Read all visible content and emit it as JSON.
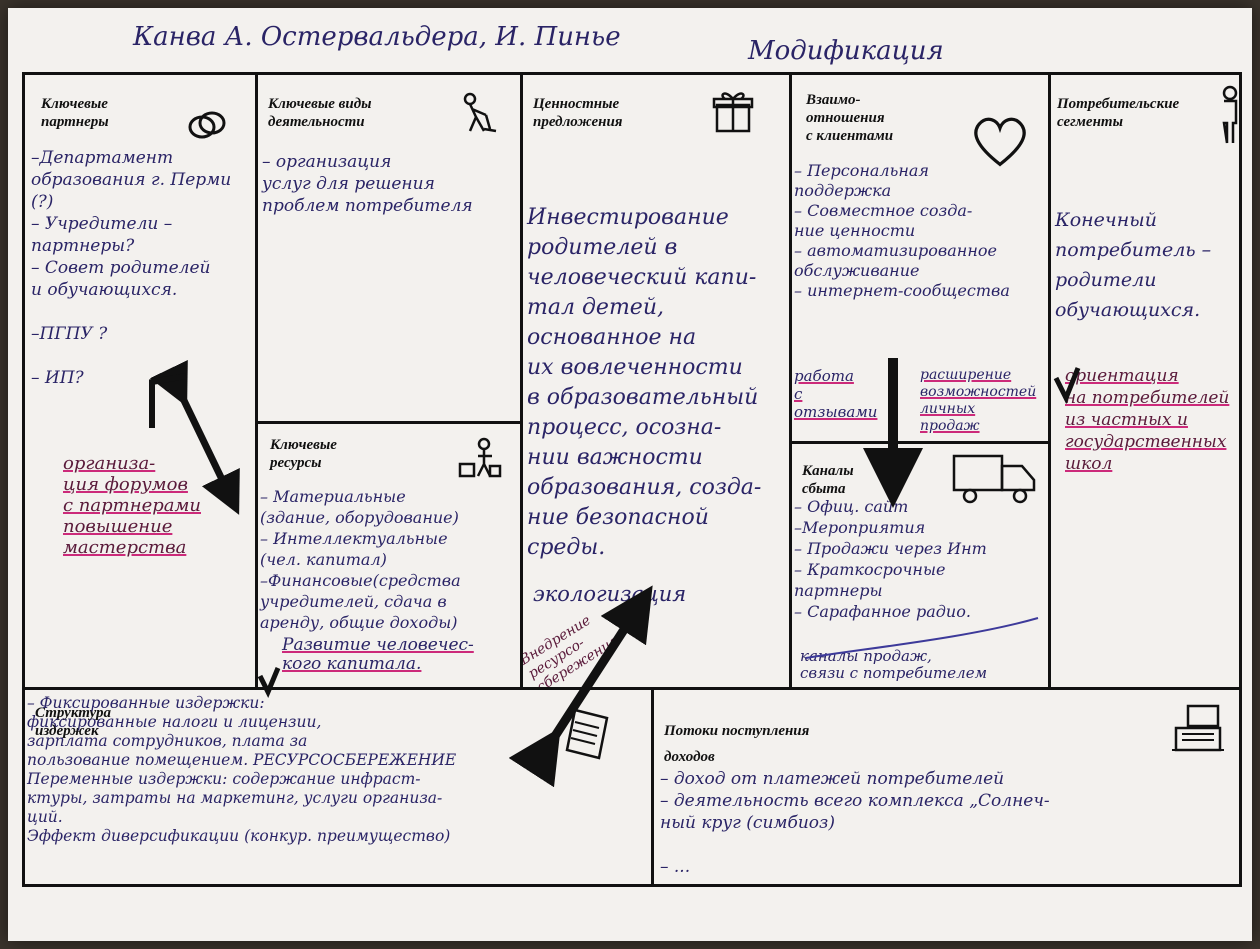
{
  "header": {
    "title": "Канва А. Остервальдера, И. Пинье",
    "modification": "Модификация"
  },
  "partners": {
    "heading": "Ключевые\nпартнеры",
    "items": "–Департамент\nобразования г. Перми\n(?)\n– Учредители –\nпартнеры?\n– Совет родителей\nи обучающихся.\n\n–ПГПУ ?\n\n– ИП?",
    "note": "организа-\nция форумов\nс партнерами\nповышение\nмастерства"
  },
  "activities": {
    "heading": "Ключевые виды\nдеятельности",
    "items": "– организация\nуслуг для решения\nпроблем потребителя"
  },
  "resources": {
    "heading": "Ключевые\nресурсы",
    "items": "– Материальные\n(здание, оборудование)\n– Интеллектуальные\n(чел. капитал)\n–Финансовые(средства\nучредителей, сдача в\nаренду, общие доходы)",
    "highlight": "Развитие человечес-\nкого капитала."
  },
  "value": {
    "heading": "Ценностные\nпредложения",
    "items": "Инвестирование\nродителей в\nчеловеческий капи-\nтал детей,\nоснованное на\nих вовлеченности\nв образовательный\nпроцесс, осозна-\nнии важности\nобразования, созда-\nние безопасной\nсреды.",
    "extra": "экологизация",
    "diagonal": "Внедрение\nресурсо-\nсбережения"
  },
  "relations": {
    "heading": "Взаимо-\nотношения\nс клиентами",
    "items": "– Персональная\nподдержка\n– Совместное созда-\nние ценности\n– автоматизированное\nобслуживание\n– интернет-сообщества",
    "work": "работа\nс\nотзывами",
    "expand": "расширение\nвозможностей\nличных\nпродаж"
  },
  "channels": {
    "heading": "Каналы\nсбыта",
    "items": "– Офиц. сайт\n–Мероприятия\n– Продажи через Инт\n– Краткосрочные\nпартнеры\n– Сарафанное радио.",
    "note": "каналы продаж,\nсвязи с потребителем"
  },
  "segments": {
    "heading": "Потребительские\nсегменты",
    "items": "Конечный\nпотребитель –\nродители\nобучающихся.",
    "note": "ориентация\nна потребителей\nиз частных и\nгосударственных\nшкол"
  },
  "costs": {
    "heading": "Структура\nиздержек",
    "items": "– Фиксированные издержки:\nфиксированные налоги и лицензии,\nзарплата сотрудников, плата за\nпользование помещением. РЕСУРСОСБЕРЕЖЕНИЕ\nПеременные издержки: содержание инфраст-\nктуры, затраты на маркетинг, услуги организа-\nций.\nЭффект диверсификации (конкур. преимущество)"
  },
  "revenue": {
    "heading": "Потоки поступления\nдоходов",
    "items": "– доход от платежей потребителей\n– деятельность всего комплекса „Солнеч-\nный круг (симбиоз)\n\n– ..."
  },
  "colors": {
    "ink": "#2a2466",
    "highlight": "#cc2a7a",
    "line": "#111111",
    "paper": "#f3f1ee"
  },
  "icons": [
    "rings-icon",
    "worker-shovel-icon",
    "gift-icon",
    "heart-icon",
    "person-icon",
    "boxes-person-icon",
    "truck-icon",
    "cash-register-icon",
    "receipt-icon"
  ]
}
